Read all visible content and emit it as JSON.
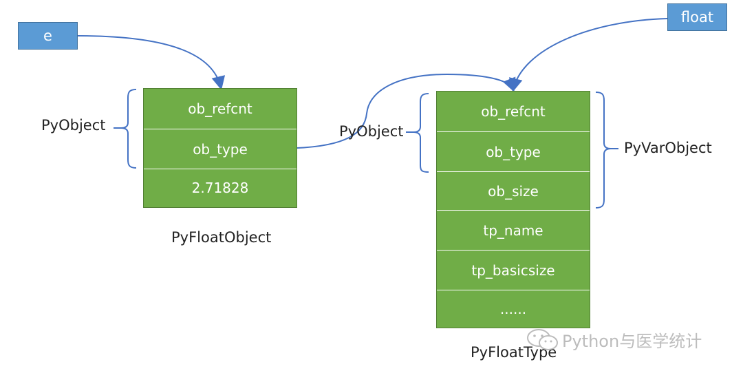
{
  "vars": {
    "e": "e",
    "float": "float"
  },
  "float_object": {
    "fields": [
      "ob_refcnt",
      "ob_type",
      "2.71828"
    ],
    "caption": "PyFloatObject",
    "brace_label": "PyObject"
  },
  "float_type": {
    "fields": [
      "ob_refcnt",
      "ob_type",
      "ob_size",
      "tp_name",
      "tp_basicsize",
      "......"
    ],
    "caption": "PyFloatType",
    "left_brace_label": "PyObject",
    "right_brace_label": "PyVarObject"
  },
  "watermark": "Python与医学统计",
  "colors": {
    "box_fill": "#70ad47",
    "var_fill": "#5b9bd5",
    "connector": "#4472c4"
  }
}
